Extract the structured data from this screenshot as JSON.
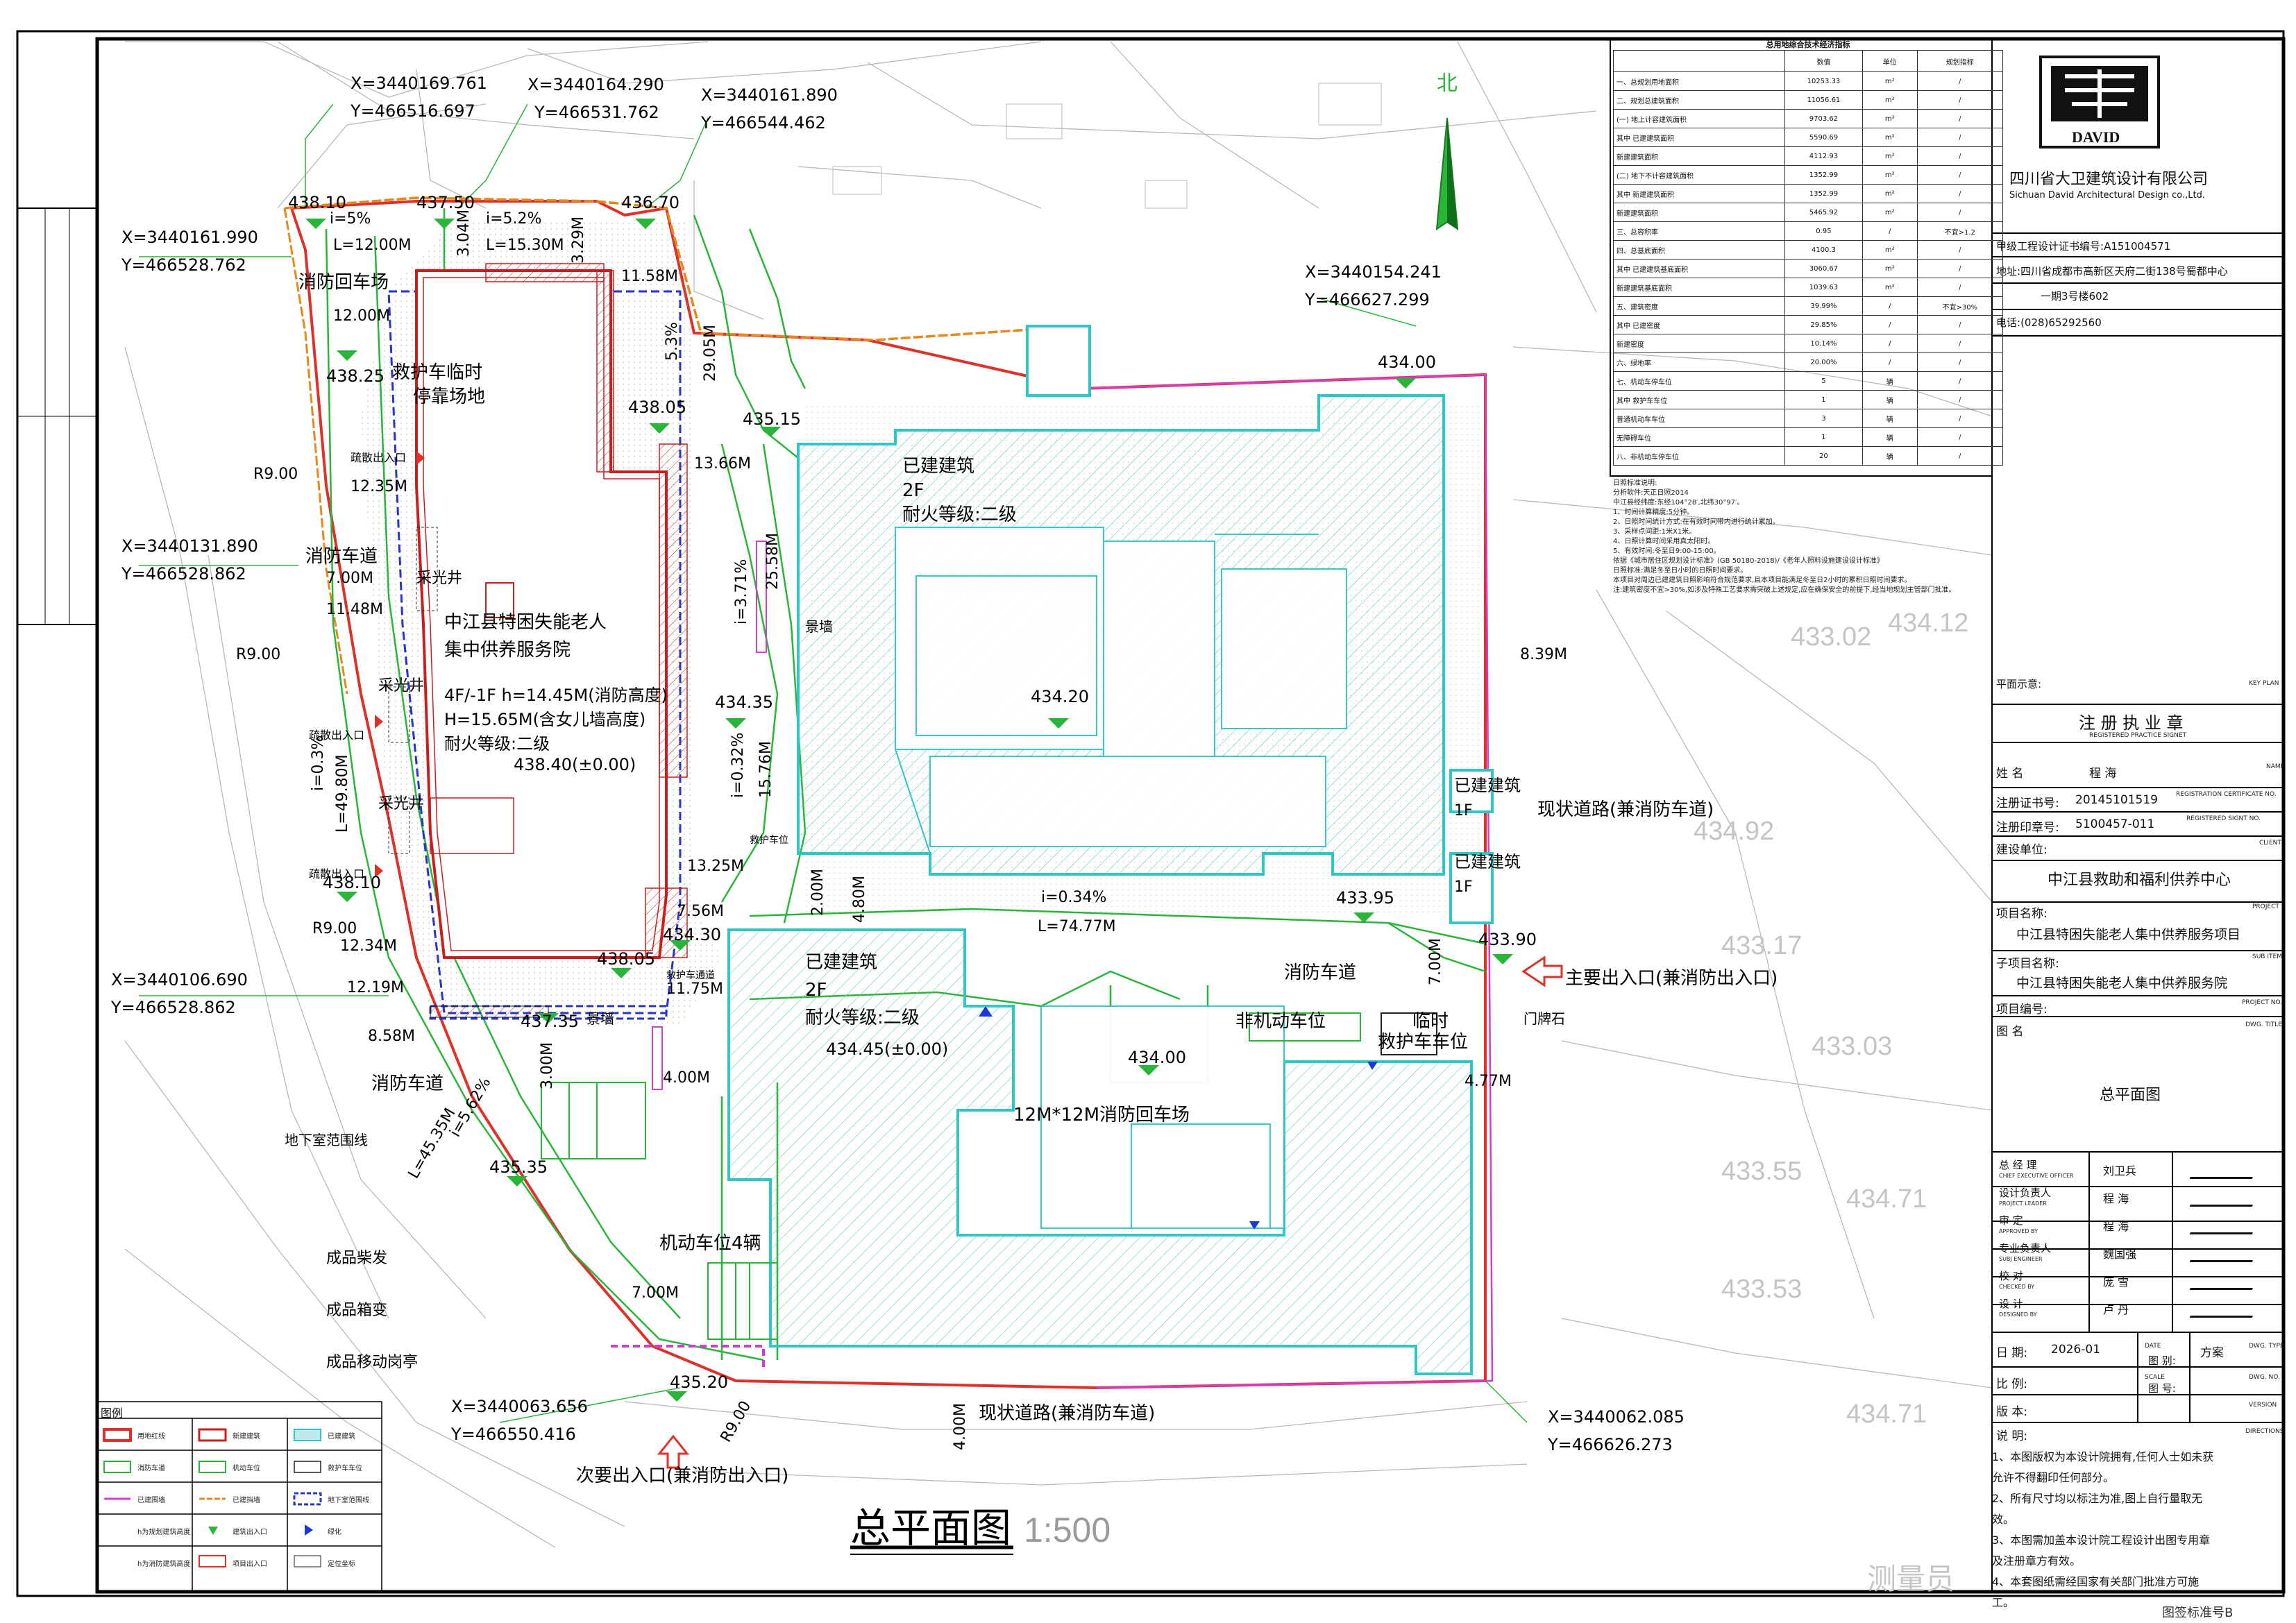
{
  "drawing": {
    "title": "总平面图",
    "scale": "1:500",
    "north": "北",
    "template_mark": "图签标准号B",
    "bottom_ghost": "测量员"
  },
  "company": {
    "name_cn": "四川省大卫建筑设计有限公司",
    "name_en": "Sichuan David Architectural Design co.,Ltd.",
    "logo_text": "DAVID",
    "cert_label": "甲级工程设计证书编号:",
    "cert_no": "A151004571",
    "address_label": "地址:",
    "address": "四川省成都市高新区天府二街138号蜀都中心",
    "address2": "一期3号楼602",
    "tel_label": "电话:",
    "tel": "(028)65292560"
  },
  "titleblock": {
    "key_plan_label": "平面示意:",
    "key_plan_en": "KEY PLAN",
    "seal_title": "注 册 执 业 章",
    "seal_en": "REGISTERED PRACTICE SIGNET",
    "name_label": "姓    名",
    "name_en": "NAME",
    "name": "程    海",
    "reg_cert_label": "注册证书号:",
    "reg_cert_en": "REGISTRATION CERTIFICATE NO.",
    "reg_cert": "20145101519",
    "reg_seal_label": "注册印章号:",
    "reg_seal_en": "REGISTERED SIGNT NO.",
    "reg_seal": "5100457-011",
    "client_label": "建设单位:",
    "client_en": "CLIENT",
    "client": "中江县救助和福利供养中心",
    "project_label": "项目名称:",
    "project_en": "PROJECT",
    "project": "中江县特困失能老人集中供养服务项目",
    "sub_label": "子项目名称:",
    "sub_en": "SUB ITEM",
    "sub": "中江县特困失能老人集中供养服务院",
    "projno_label": "项目编号:",
    "projno_en": "PROJECT NO.",
    "dwgtitle_label": "图    名",
    "dwgtitle_en": "DWG. TITLE",
    "dwgtitle": "总平面图",
    "roles": [
      {
        "role": "总 经 理",
        "role_en": "CHIEF EXECUTIVE OFFICER",
        "person": "刘卫兵"
      },
      {
        "role": "设计负责人",
        "role_en": "PROJECT LEADER",
        "person": "程  海"
      },
      {
        "role": "审      定",
        "role_en": "APPROVED BY",
        "person": "程  海"
      },
      {
        "role": "专业负责人",
        "role_en": "SUBJ ENGINEER",
        "person": "魏国强"
      },
      {
        "role": "校      对",
        "role_en": "CHECKED BY",
        "person": "庞  雪"
      },
      {
        "role": "设      计",
        "role_en": "DESIGNED BY",
        "person": "卢  丹"
      }
    ],
    "date_label": "日  期:",
    "date": "2026-01",
    "date_en": "DATE",
    "stage_label": "图  别:",
    "stage": "方案",
    "stage_en": "DWG. TYPE",
    "scale_label": "比  例:",
    "scale_en": "SCALE",
    "dwgno_label": "图  号:",
    "dwgno_en": "DWG. NO.",
    "version_label": "版  本:",
    "version_en": "VERSION",
    "directions_label": "说  明:",
    "directions_en": "DIRECTIONS",
    "directions": [
      "1、本图版权为本设计院拥有,任何人士如未获允许不得翻印任何部分。",
      "2、所有尺寸均以标注为准,图上自行量取无效。",
      "3、本图需加盖本设计院工程设计出图专用章及注册章方有效。",
      "4、本套图纸需经国家有关部门批准方可施工。"
    ]
  },
  "kpi_table": {
    "title": "总用地综合技术经济指标",
    "headers": [
      "",
      "数值",
      "单位",
      "规划指标"
    ],
    "rows": [
      [
        "一、总规划用地面积",
        "10253.33",
        "m²",
        "/"
      ],
      [
        "二、规划总建筑面积",
        "11056.61",
        "m²",
        "/"
      ],
      [
        "(一)  地上计容建筑面积",
        "9703.62",
        "m²",
        "/"
      ],
      [
        "其中  已建建筑面积",
        "5590.69",
        "m²",
        "/"
      ],
      [
        "      新建建筑面积",
        "4112.93",
        "m²",
        "/"
      ],
      [
        "(二)  地下不计容建筑面积",
        "1352.99",
        "m²",
        "/"
      ],
      [
        "其中  新建建筑面积",
        "1352.99",
        "m²",
        "/"
      ],
      [
        "      新建建筑面积",
        "5465.92",
        "m²",
        "/"
      ],
      [
        "三、总容积率",
        "0.95",
        "/",
        "不宜>1.2"
      ],
      [
        "四、总基底面积",
        "4100.3",
        "m²",
        "/"
      ],
      [
        "其中  已建建筑基底面积",
        "3060.67",
        "m²",
        "/"
      ],
      [
        "      新建建筑基底面积",
        "1039.63",
        "m²",
        "/"
      ],
      [
        "五、建筑密度",
        "39.99%",
        "/",
        "不宜>30%"
      ],
      [
        "其中  已建密度",
        "29.85%",
        "/",
        "/"
      ],
      [
        "      新建密度",
        "10.14%",
        "/",
        "/"
      ],
      [
        "六、绿地率",
        "20.00%",
        "/",
        "/"
      ],
      [
        "七、机动车停车位",
        "5",
        "辆",
        "/"
      ],
      [
        "其中  救护车车位",
        "1",
        "辆",
        "/"
      ],
      [
        "      普通机动车车位",
        "3",
        "辆",
        "/"
      ],
      [
        "      无障碍车位",
        "1",
        "辆",
        "/"
      ],
      [
        "八、非机动车停车位",
        "20",
        "辆",
        "/"
      ]
    ]
  },
  "sun_notes": [
    "日照标准说明:",
    "分析软件:天正日照2014",
    "中江县经纬度:东经104°28′,北纬30°97′。",
    "1、时间计算精度:5分钟。",
    "2、日照时间统计方式:在有效时间带内进行统计累加。",
    "3、采样点间距:1米X1米。",
    "4、日照计算时间采用真太阳时。",
    "5、有效时间:冬至日9:00-15:00。",
    "依据《城市居住区规划设计标准》(GB 50180-2018)/《老年人照料设施建设设计标准》",
    "日照标准:满足冬至日小时的日照时间要求。",
    "本项目对周边已建建筑日照影响符合规范要求,且本项目能满足冬至日2小时的累积日照时间要求。",
    "注:建筑密度不宜>30%,如涉及特殊工艺要求需突破上述规定,应在确保安全的前提下,经当地规划主管部门批准。"
  ],
  "site": {
    "main_building": [
      "中江县特困失能老人",
      "集中供养服务院",
      "4F/-1F h=14.45M(消防高度)",
      "H=15.65M(含女儿墙高度)",
      "耐火等级:二级",
      "438.40(±0.00)"
    ],
    "existing_a": [
      "已建建筑",
      "2F",
      "耐火等级:二级"
    ],
    "existing_b": [
      "已建建筑",
      "2F",
      "耐火等级:二级",
      "434.45(±0.00)"
    ],
    "existing_small": [
      "已建建筑",
      "1F"
    ],
    "existing_small2": [
      "已建建筑",
      "1F"
    ],
    "roads": [
      "现状道路(兼消防车道)",
      "现状道路(兼消防车道)",
      "消防车道",
      "消防车道",
      "消防车道",
      "消防回车场"
    ],
    "turnaround": "12M*12M消防回车场",
    "main_entrance": "主要出入口(兼消防出入口)",
    "second_entrance": "次要出入口(兼消防出入口)",
    "ambulance": [
      "救护车临时",
      "停靠场地"
    ],
    "ambulance2": [
      "临时",
      "救护车车位"
    ],
    "non_motor": "非机动车位",
    "motor": "机动车位4辆",
    "labels": [
      "采光井",
      "采光井",
      "采光井",
      "疏散出入口",
      "疏散出入口",
      "疏散出入口",
      "景墙",
      "景墙",
      "救护车通道",
      "地下室范围线",
      "成品柴发",
      "成品箱变",
      "成品移动岗亭",
      "门牌石",
      "主要出入口",
      "救护车位"
    ],
    "coords": [
      [
        "X=3440169.761",
        "Y=466516.697"
      ],
      [
        "X=3440164.290",
        "Y=466531.762"
      ],
      [
        "X=3440161.890",
        "Y=466544.462"
      ],
      [
        "X=3440161.990",
        "Y=466528.762"
      ],
      [
        "X=3440154.241",
        "Y=466627.299"
      ],
      [
        "X=3440131.890",
        "Y=466528.862"
      ],
      [
        "X=3440106.690",
        "Y=466528.862"
      ],
      [
        "X=3440063.656",
        "Y=466550.416"
      ],
      [
        "X=3440062.085",
        "Y=466626.273"
      ]
    ],
    "elevations": [
      "438.10",
      "437.50",
      "436.70",
      "438.25",
      "438.05",
      "435.15",
      "434.35",
      "434.20",
      "434.00",
      "438.10",
      "434.30",
      "438.05",
      "437.35",
      "433.95",
      "433.90",
      "434.00",
      "435.35",
      "435.20"
    ],
    "dims": [
      "i=5%",
      "L=12.00M",
      "i=5.2%",
      "L=15.30M",
      "11.58M",
      "12.00M",
      "12.35M",
      "11.48M",
      "7.00M",
      "13.66M",
      "25.58M",
      "15.76M",
      "13.25M",
      "i=0.3%",
      "L=49.80M",
      "R9.00",
      "R9.00",
      "R9.00",
      "12.34M",
      "12.19M",
      "8.58M",
      "3.00M",
      "4.00M",
      "i=5.62%",
      "L=45.35M",
      "7.00M",
      "8.39M",
      "i=0.34%",
      "L=74.77M",
      "4.80M",
      "2.00M",
      "7.56M",
      "11.75M",
      "7.00M",
      "4.77M",
      "4.00M",
      "i=3.71%",
      "i=0.32%",
      "29.05M",
      "5.3%",
      "3.04M",
      "3.29M",
      "R9.00"
    ],
    "ghost": [
      "433.02",
      "434.92",
      "433.17",
      "433.03",
      "433.55",
      "433.53",
      "434.71",
      "434.71",
      "434.12"
    ]
  },
  "legend": {
    "title": "图例",
    "items": [
      "用地红线",
      "新建建筑",
      "已建建筑",
      "消防车道",
      "机动车位",
      "救护车车位",
      "已建围墙",
      "已建挡墙",
      "地下室范围线",
      "h为规划建筑高度",
      "建筑出入口",
      "绿化",
      "h为消防建筑高度",
      "项目出入口",
      "定位坐标"
    ]
  },
  "colors": {
    "red_line": "#e0302a",
    "new_building": "#c81e1e",
    "existing": "#2fc6c6",
    "green": "#2ab53a",
    "orange": "#e48a1c",
    "magenta": "#d13cd1",
    "blue_dash": "#2634c9"
  }
}
